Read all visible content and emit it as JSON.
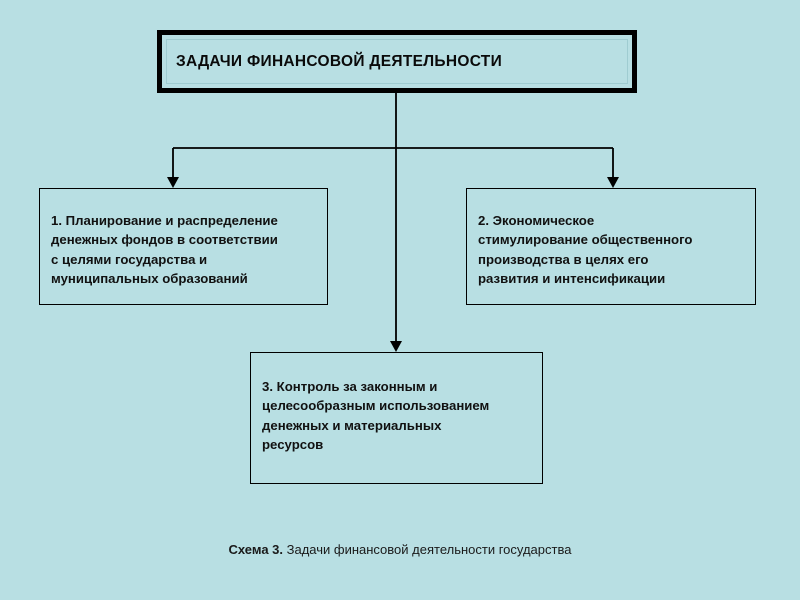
{
  "slide": {
    "background_color": "#b8dfe3",
    "title": {
      "text": "ЗАДАЧИ ФИНАНСОВОЙ ДЕЯТЕЛЬНОСТИ"
    },
    "boxes": [
      {
        "id": "box-1",
        "text": "1. Планирование и распределение\nденежных фондов в соответствии\nс целями государства и\nмуниципальных образований"
      },
      {
        "id": "box-2",
        "text": "2. Экономическое\nстимулирование общественного\nпроизводства в целях его\nразвития и интенсификации"
      },
      {
        "id": "box-3",
        "text": "3. Контроль за законным и\nцелесообразным использованием\nденежных и материальных\nресурсов"
      }
    ],
    "caption": {
      "label": "Схема 3.",
      "body": " Задачи финансовой деятельности государства"
    },
    "line_color": "#000000"
  }
}
